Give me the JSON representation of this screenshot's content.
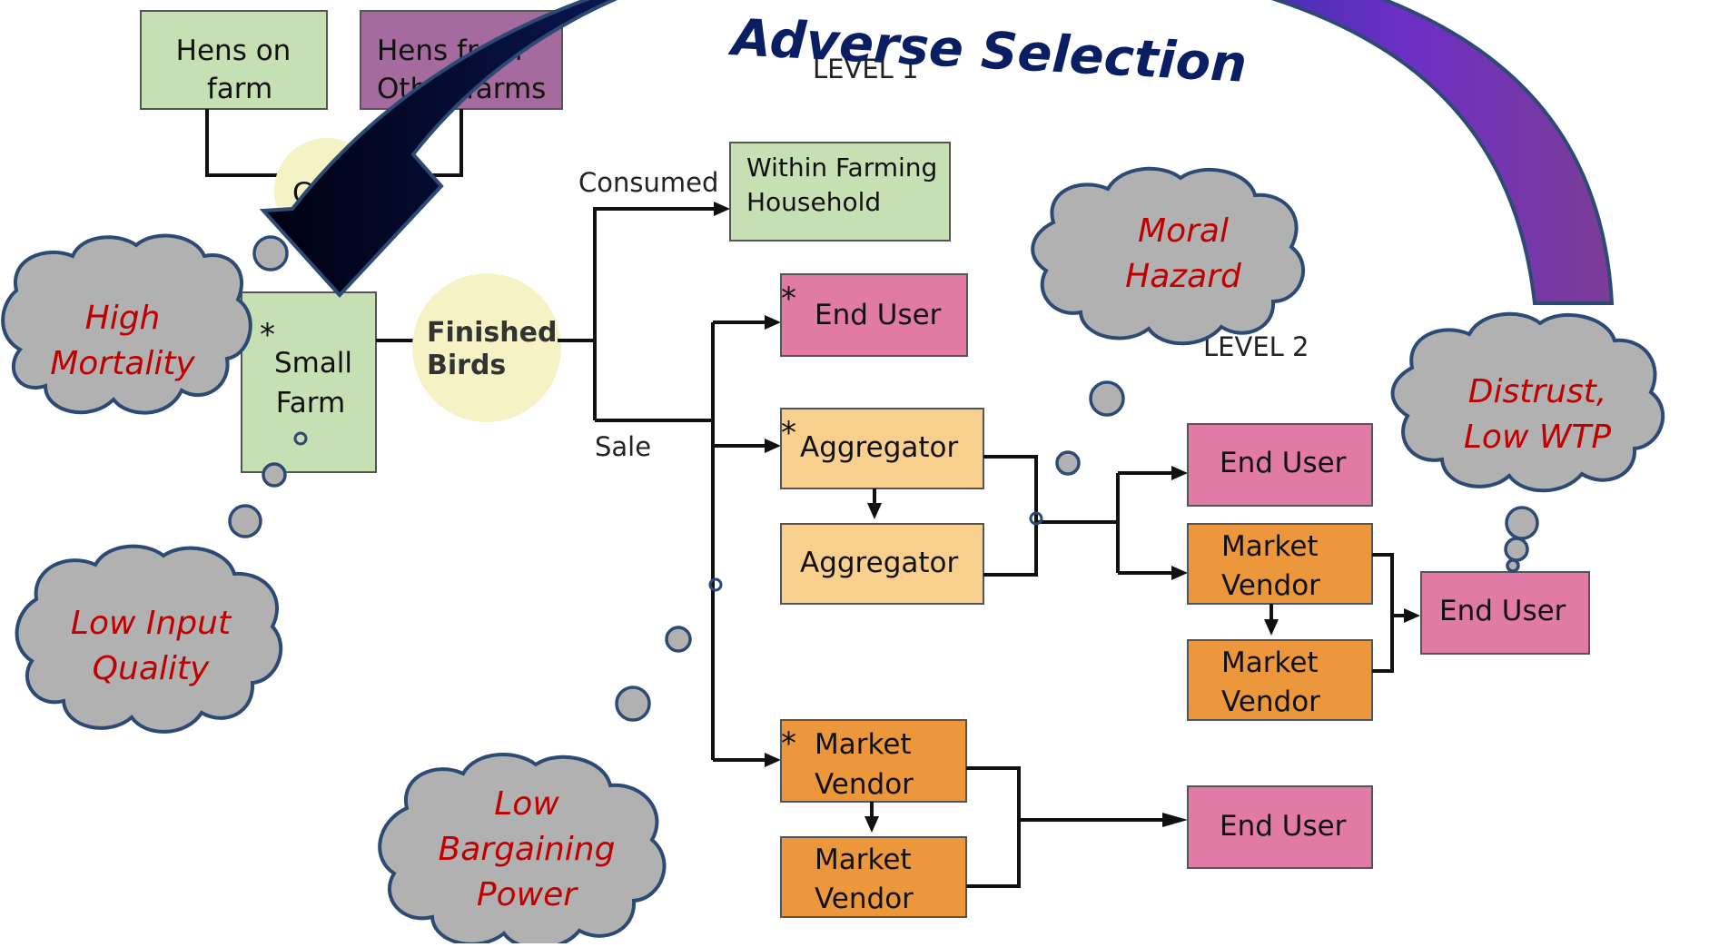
{
  "title": "Adverse Selection",
  "levels": {
    "level1": "LEVEL 1",
    "level2": "LEVEL 2"
  },
  "nodes": {
    "hens_on_farm": [
      "Hens on",
      "farm"
    ],
    "hens_other": [
      "Hens from",
      "Other farms"
    ],
    "chicks": "Chicks",
    "small_farm": [
      "Small",
      "Farm"
    ],
    "finished_birds": [
      "Finished",
      "Birds"
    ],
    "consumed_label": "Consumed",
    "sale_label": "Sale",
    "within_household": [
      "Within Farming",
      "Household"
    ],
    "end_user_1": "End User",
    "aggregator_1": "Aggregator",
    "aggregator_2": "Aggregator",
    "end_user_2": "End User",
    "market_vendor_1": [
      "Market",
      "Vendor"
    ],
    "market_vendor_2": [
      "Market",
      "Vendor"
    ],
    "end_user_3": "End User",
    "market_vendor_3": [
      "Market",
      "Vendor"
    ],
    "market_vendor_4": [
      "Market",
      "Vendor"
    ],
    "end_user_4": "End User",
    "star": "*"
  },
  "clouds": {
    "high_mortality": [
      "High",
      "Mortality"
    ],
    "low_input_quality": [
      "Low Input",
      "Quality"
    ],
    "low_bargaining_power": [
      "Low",
      "Bargaining",
      "Power"
    ],
    "moral_hazard": [
      "Moral",
      "Hazard"
    ],
    "distrust": [
      "Distrust,",
      "Low WTP"
    ]
  },
  "colors": {
    "green": "#c6e0b4",
    "purple": "#a66b9e",
    "pink": "#e17aa4",
    "light_orange": "#f8cf8d",
    "orange": "#ec973c",
    "yellow_circle": "#f5f2c5",
    "cloud_gray": "#b1b1b1",
    "cloud_text": "#c00000",
    "title_navy": "#0a1e63"
  }
}
